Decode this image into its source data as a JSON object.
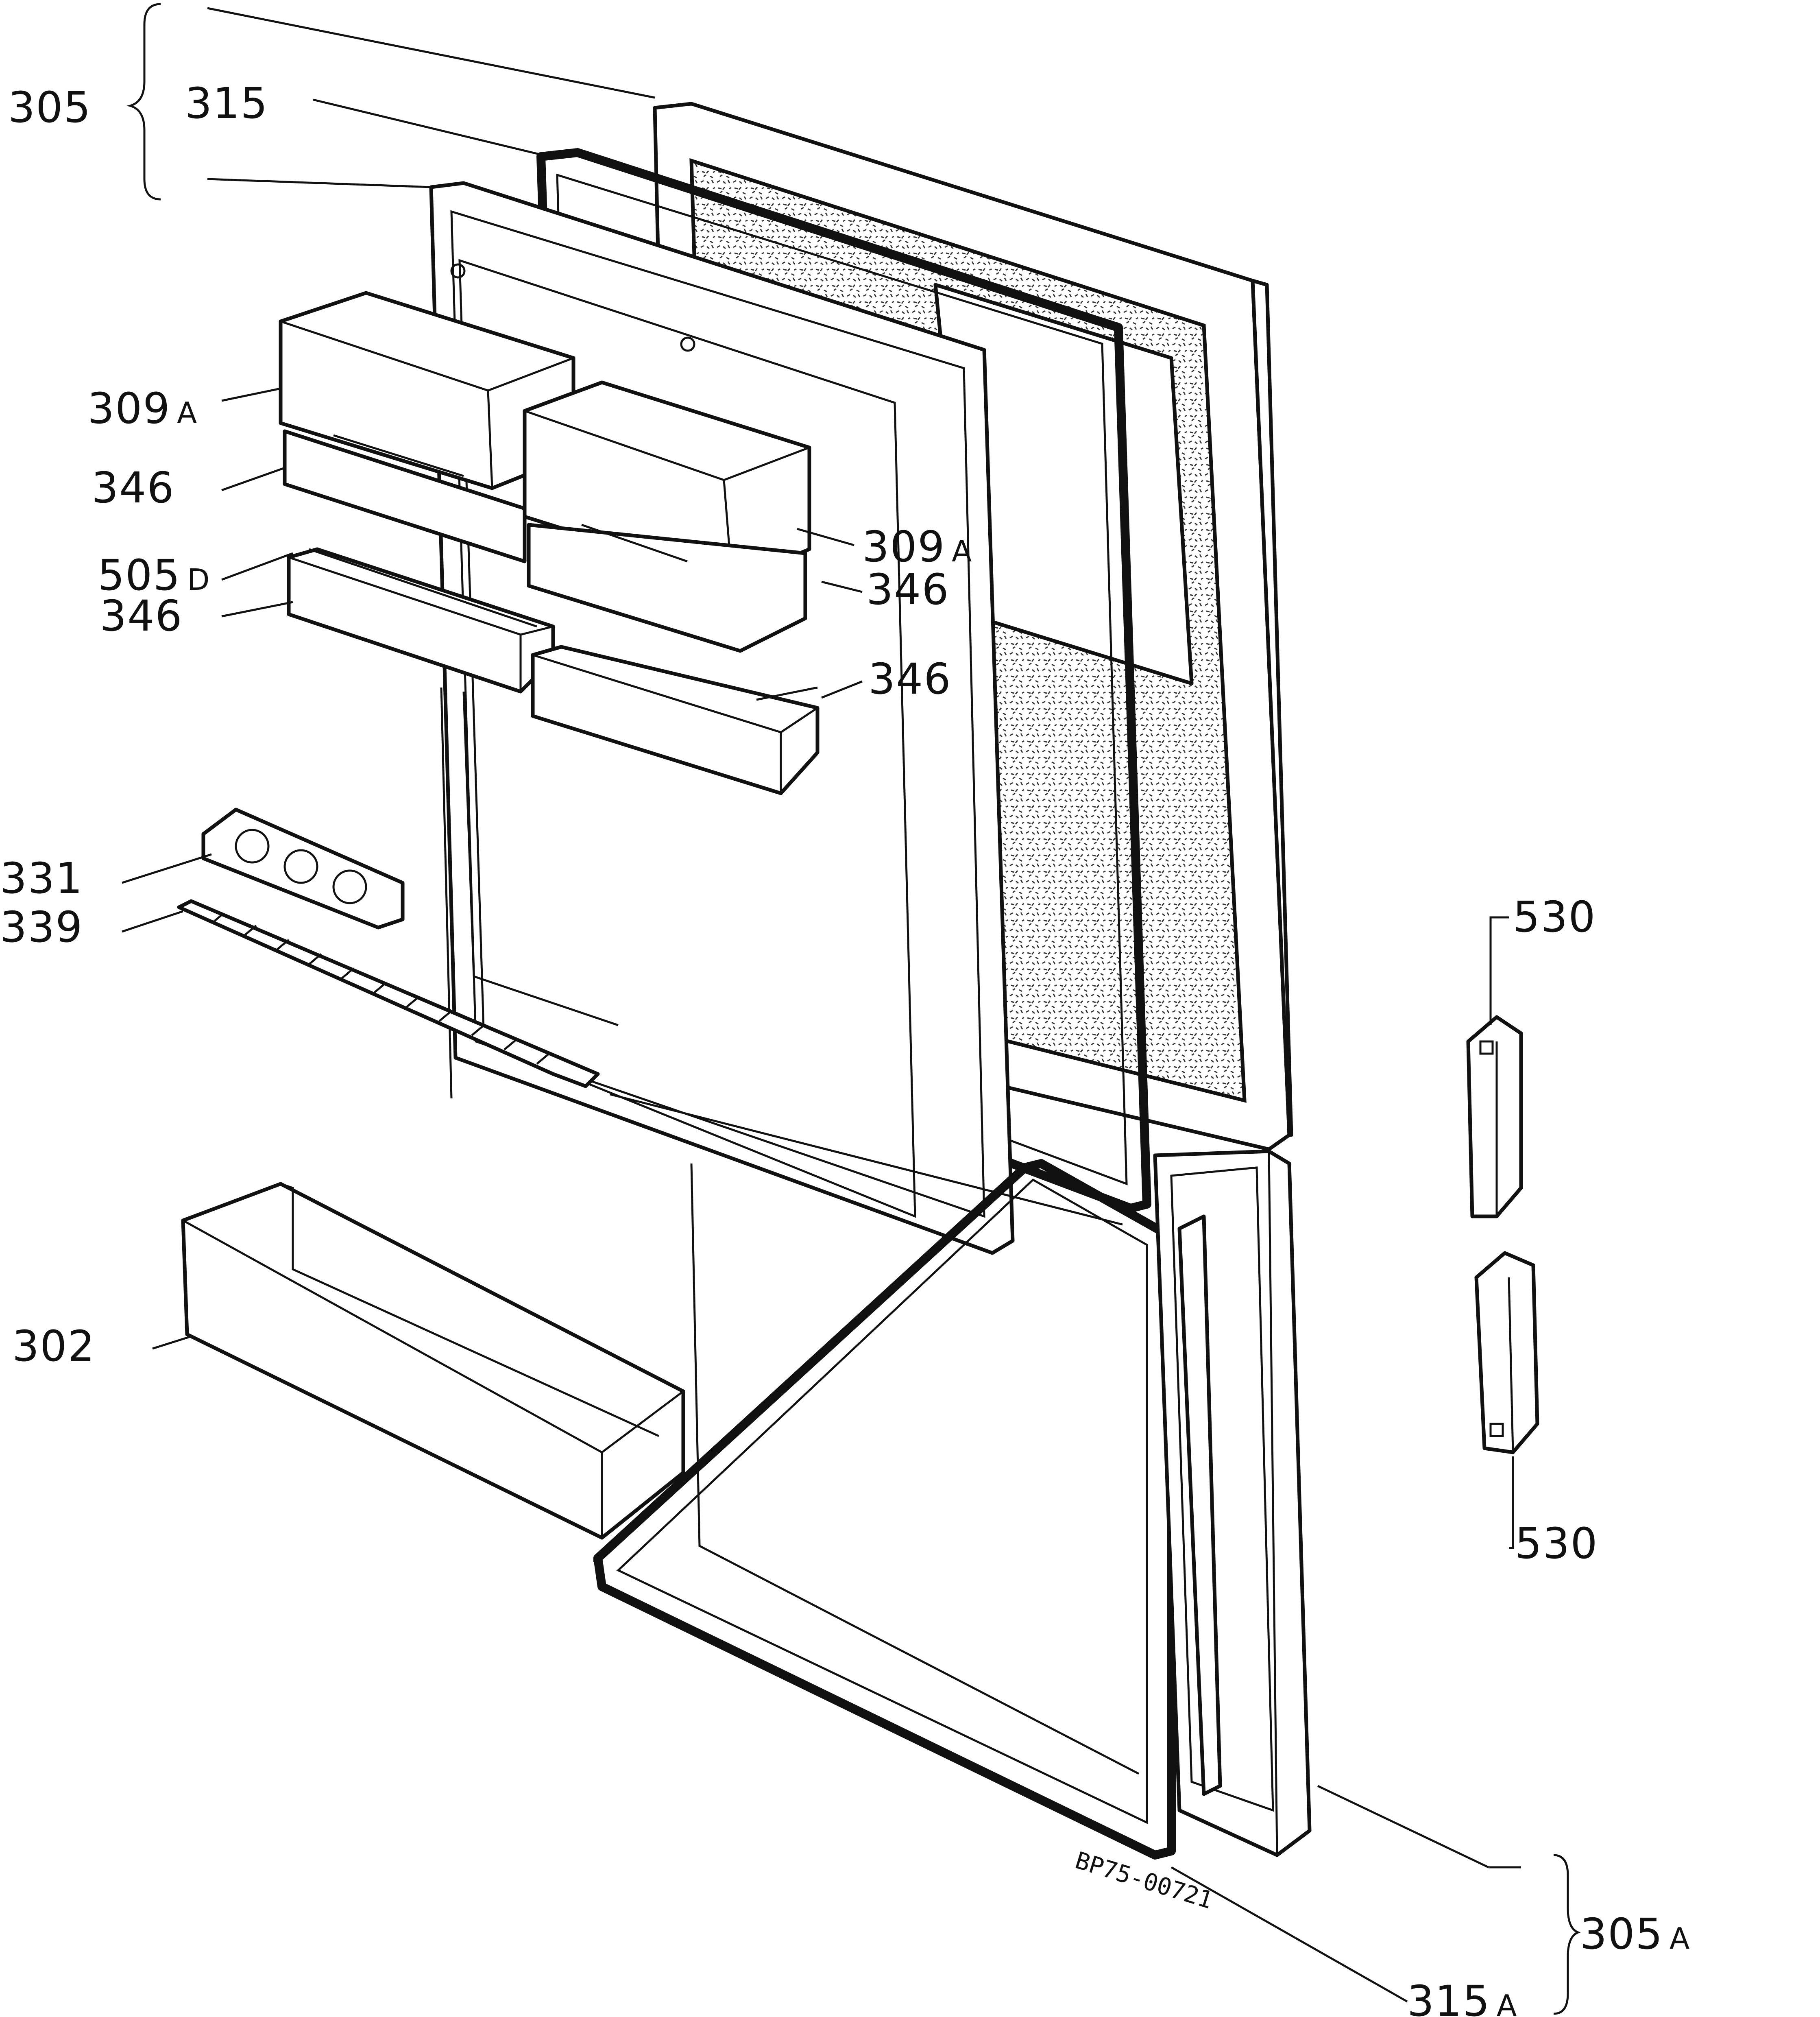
{
  "labels": {
    "group_top": "305",
    "group_top_sub": "315",
    "dairy_lid_left": "309",
    "dairy_lid_left_suffix": "A",
    "shelf_346_a": "346",
    "dairy_lid_right": "309",
    "dairy_lid_right_suffix": "A",
    "shelf_346_b": "346",
    "part_505": "505",
    "part_505_suffix": "D",
    "shelf_346_c": "346",
    "shelf_346_d": "346",
    "egg_rack": "331",
    "bottle_retainer": "339",
    "bottle_shelf": "302",
    "handle_top": "530",
    "handle_bottom": "530",
    "group_bottom": "305",
    "group_bottom_suffix": "A",
    "group_bottom_sub": "315",
    "group_bottom_sub_suffix": "A"
  },
  "drawing_code": "BP75-00721"
}
